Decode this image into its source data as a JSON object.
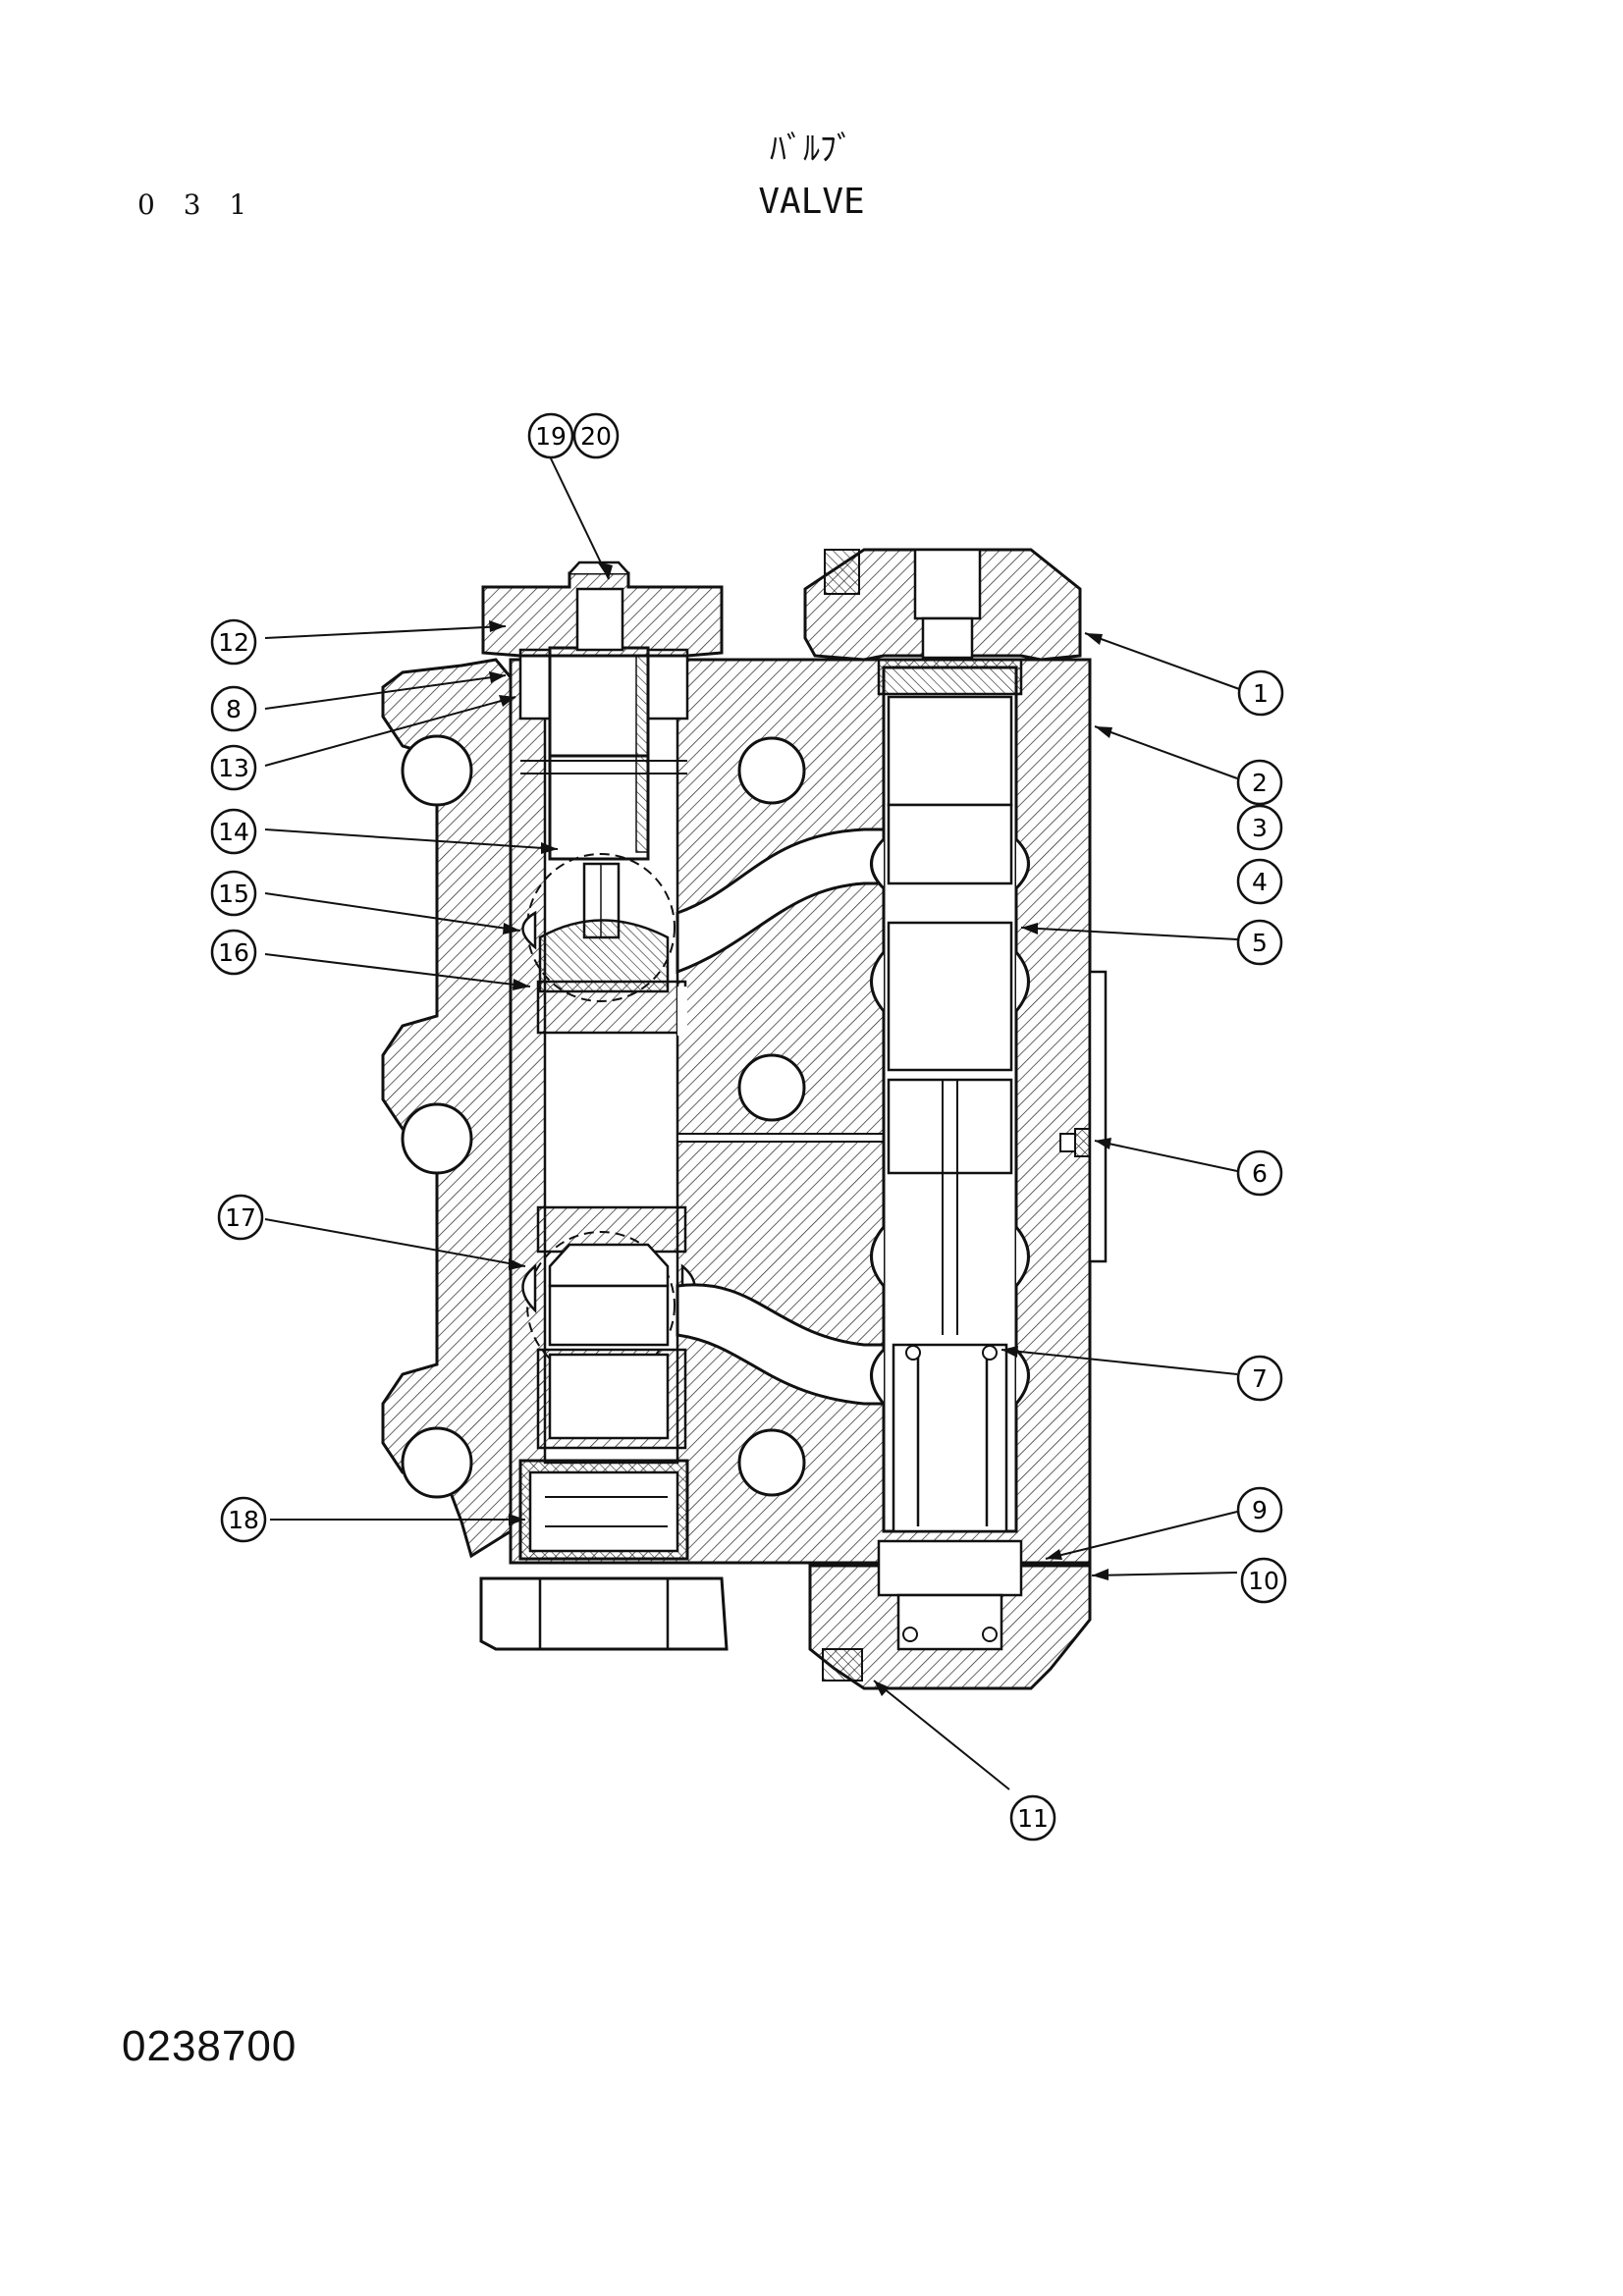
{
  "header": {
    "page_number": "0 3 1",
    "title_jp": "ﾊﾞﾙﾌﾞ",
    "title_en": "VALVE"
  },
  "footer": {
    "drawing_code": "0238700"
  },
  "callouts": [
    {
      "id": "c1",
      "label": "1"
    },
    {
      "id": "c2",
      "label": "2"
    },
    {
      "id": "c3",
      "label": "3"
    },
    {
      "id": "c4",
      "label": "4"
    },
    {
      "id": "c5",
      "label": "5"
    },
    {
      "id": "c6",
      "label": "6"
    },
    {
      "id": "c7",
      "label": "7"
    },
    {
      "id": "c8",
      "label": "8"
    },
    {
      "id": "c9",
      "label": "9"
    },
    {
      "id": "c10",
      "label": "10"
    },
    {
      "id": "c11",
      "label": "11"
    },
    {
      "id": "c12",
      "label": "12"
    },
    {
      "id": "c13",
      "label": "13"
    },
    {
      "id": "c14",
      "label": "14"
    },
    {
      "id": "c15",
      "label": "15"
    },
    {
      "id": "c16",
      "label": "16"
    },
    {
      "id": "c17",
      "label": "17"
    },
    {
      "id": "c18",
      "label": "18"
    },
    {
      "id": "c19",
      "label": "19"
    },
    {
      "id": "c20",
      "label": "20"
    }
  ]
}
